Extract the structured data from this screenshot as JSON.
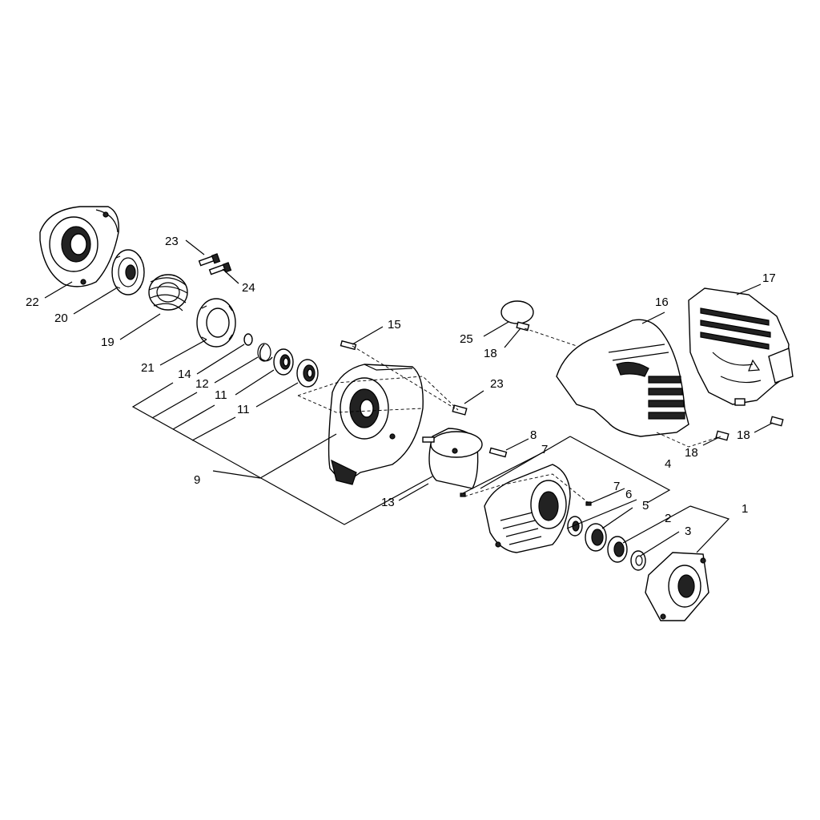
{
  "diagram": {
    "callouts": [
      "1",
      "2",
      "3",
      "4",
      "5",
      "6",
      "7",
      "7",
      "8",
      "9",
      "11",
      "11",
      "12",
      "13",
      "14",
      "15",
      "16",
      "17",
      "18",
      "18",
      "18",
      "19",
      "20",
      "21",
      "22",
      "23",
      "23",
      "24",
      "25"
    ]
  }
}
